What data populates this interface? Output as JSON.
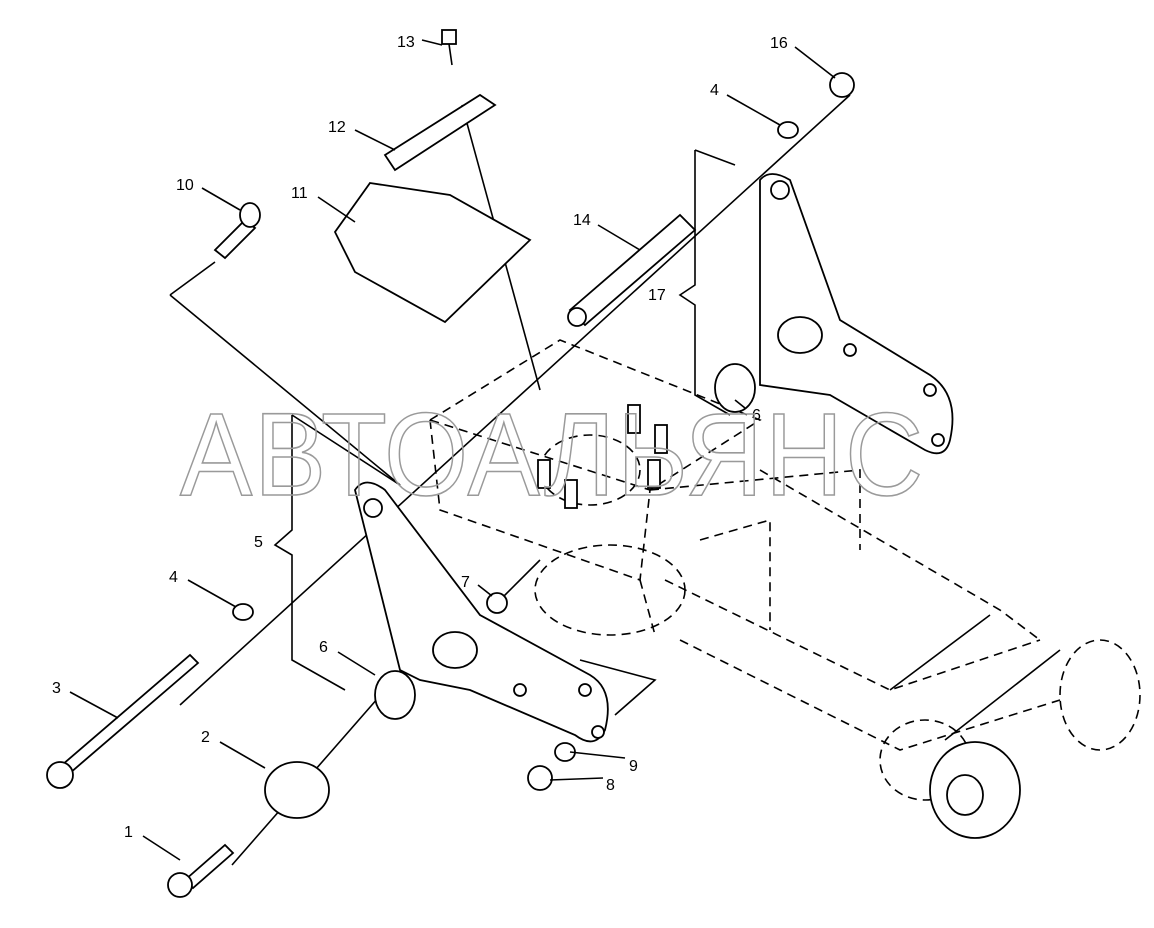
{
  "diagram": {
    "watermark": "АВТОАЛЬЯНС",
    "callouts": {
      "c1": "1",
      "c2": "2",
      "c3": "3",
      "c4a": "4",
      "c4b": "4",
      "c5": "5",
      "c6a": "6",
      "c6b": "6",
      "c7": "7",
      "c8": "8",
      "c9": "9",
      "c10": "10",
      "c11": "11",
      "c12": "12",
      "c13": "13",
      "c14": "14",
      "c16": "16",
      "c17": "17"
    }
  }
}
